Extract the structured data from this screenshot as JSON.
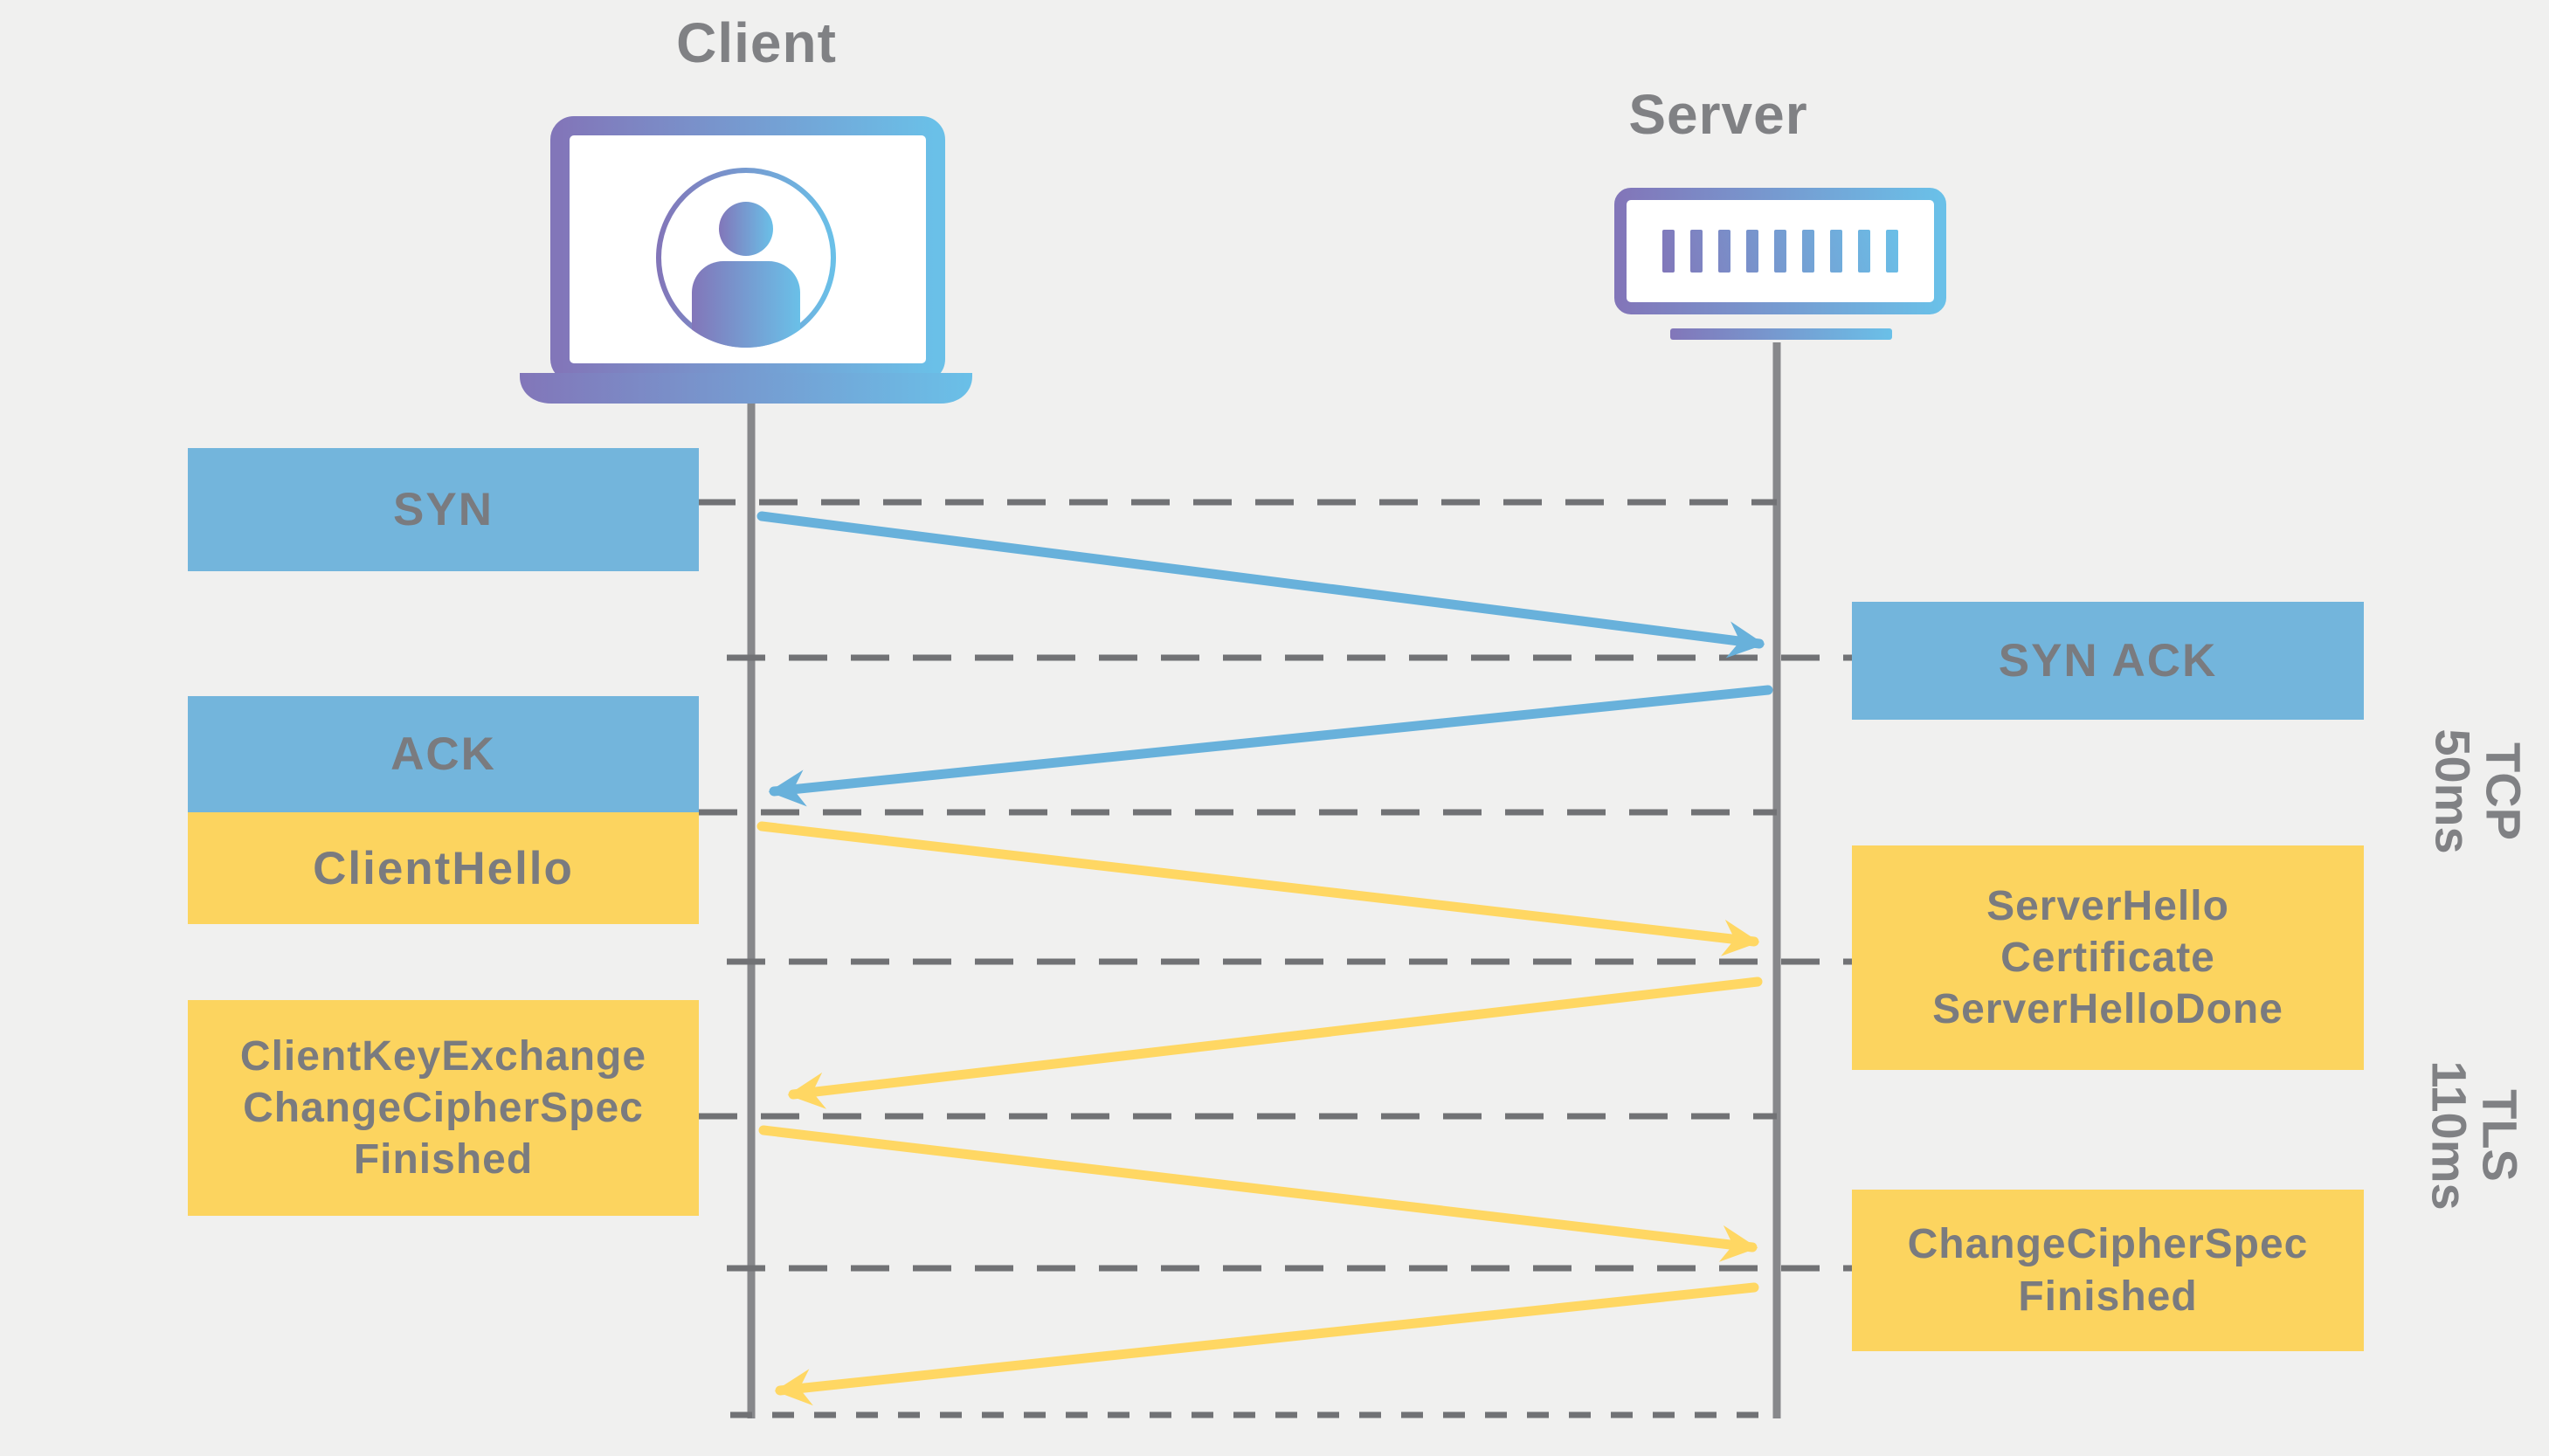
{
  "actors": {
    "client": {
      "label": "Client",
      "icon": "laptop-user-icon"
    },
    "server": {
      "label": "Server",
      "icon": "server-rack-icon"
    }
  },
  "messages": {
    "left": [
      {
        "label": "SYN",
        "protocol": "tcp",
        "direction": "client-to-server"
      },
      {
        "label": "ACK",
        "protocol": "tcp",
        "direction": "client-to-server"
      },
      {
        "label": "ClientHello",
        "protocol": "tls",
        "direction": "client-to-server"
      },
      {
        "label": "ClientKeyExchange\nChangeCipherSpec\nFinished",
        "protocol": "tls",
        "direction": "client-to-server"
      }
    ],
    "right": [
      {
        "label": "SYN ACK",
        "protocol": "tcp",
        "direction": "server-to-client"
      },
      {
        "label": "ServerHello\nCertificate\nServerHelloDone",
        "protocol": "tls",
        "direction": "server-to-client"
      },
      {
        "label": "ChangeCipherSpec\nFinished",
        "protocol": "tls",
        "direction": "server-to-client"
      }
    ]
  },
  "phase_labels": [
    {
      "protocol": "TCP",
      "duration": "50ms"
    },
    {
      "protocol": "TLS",
      "duration": "110ms"
    }
  ],
  "colors": {
    "bg": "#f0f0ef",
    "tcp-box": "#73b5dc",
    "tls-box": "#fcd45f",
    "tcp-arrow": "#68b1db",
    "tls-arrow": "#ffd763",
    "box-text": "#7a7b7f",
    "title-text": "#808184",
    "lifeline": "#87888b",
    "dash-line": "#717275",
    "grad-purple": "#8276b9",
    "grad-blue": "#6ac0e8"
  }
}
